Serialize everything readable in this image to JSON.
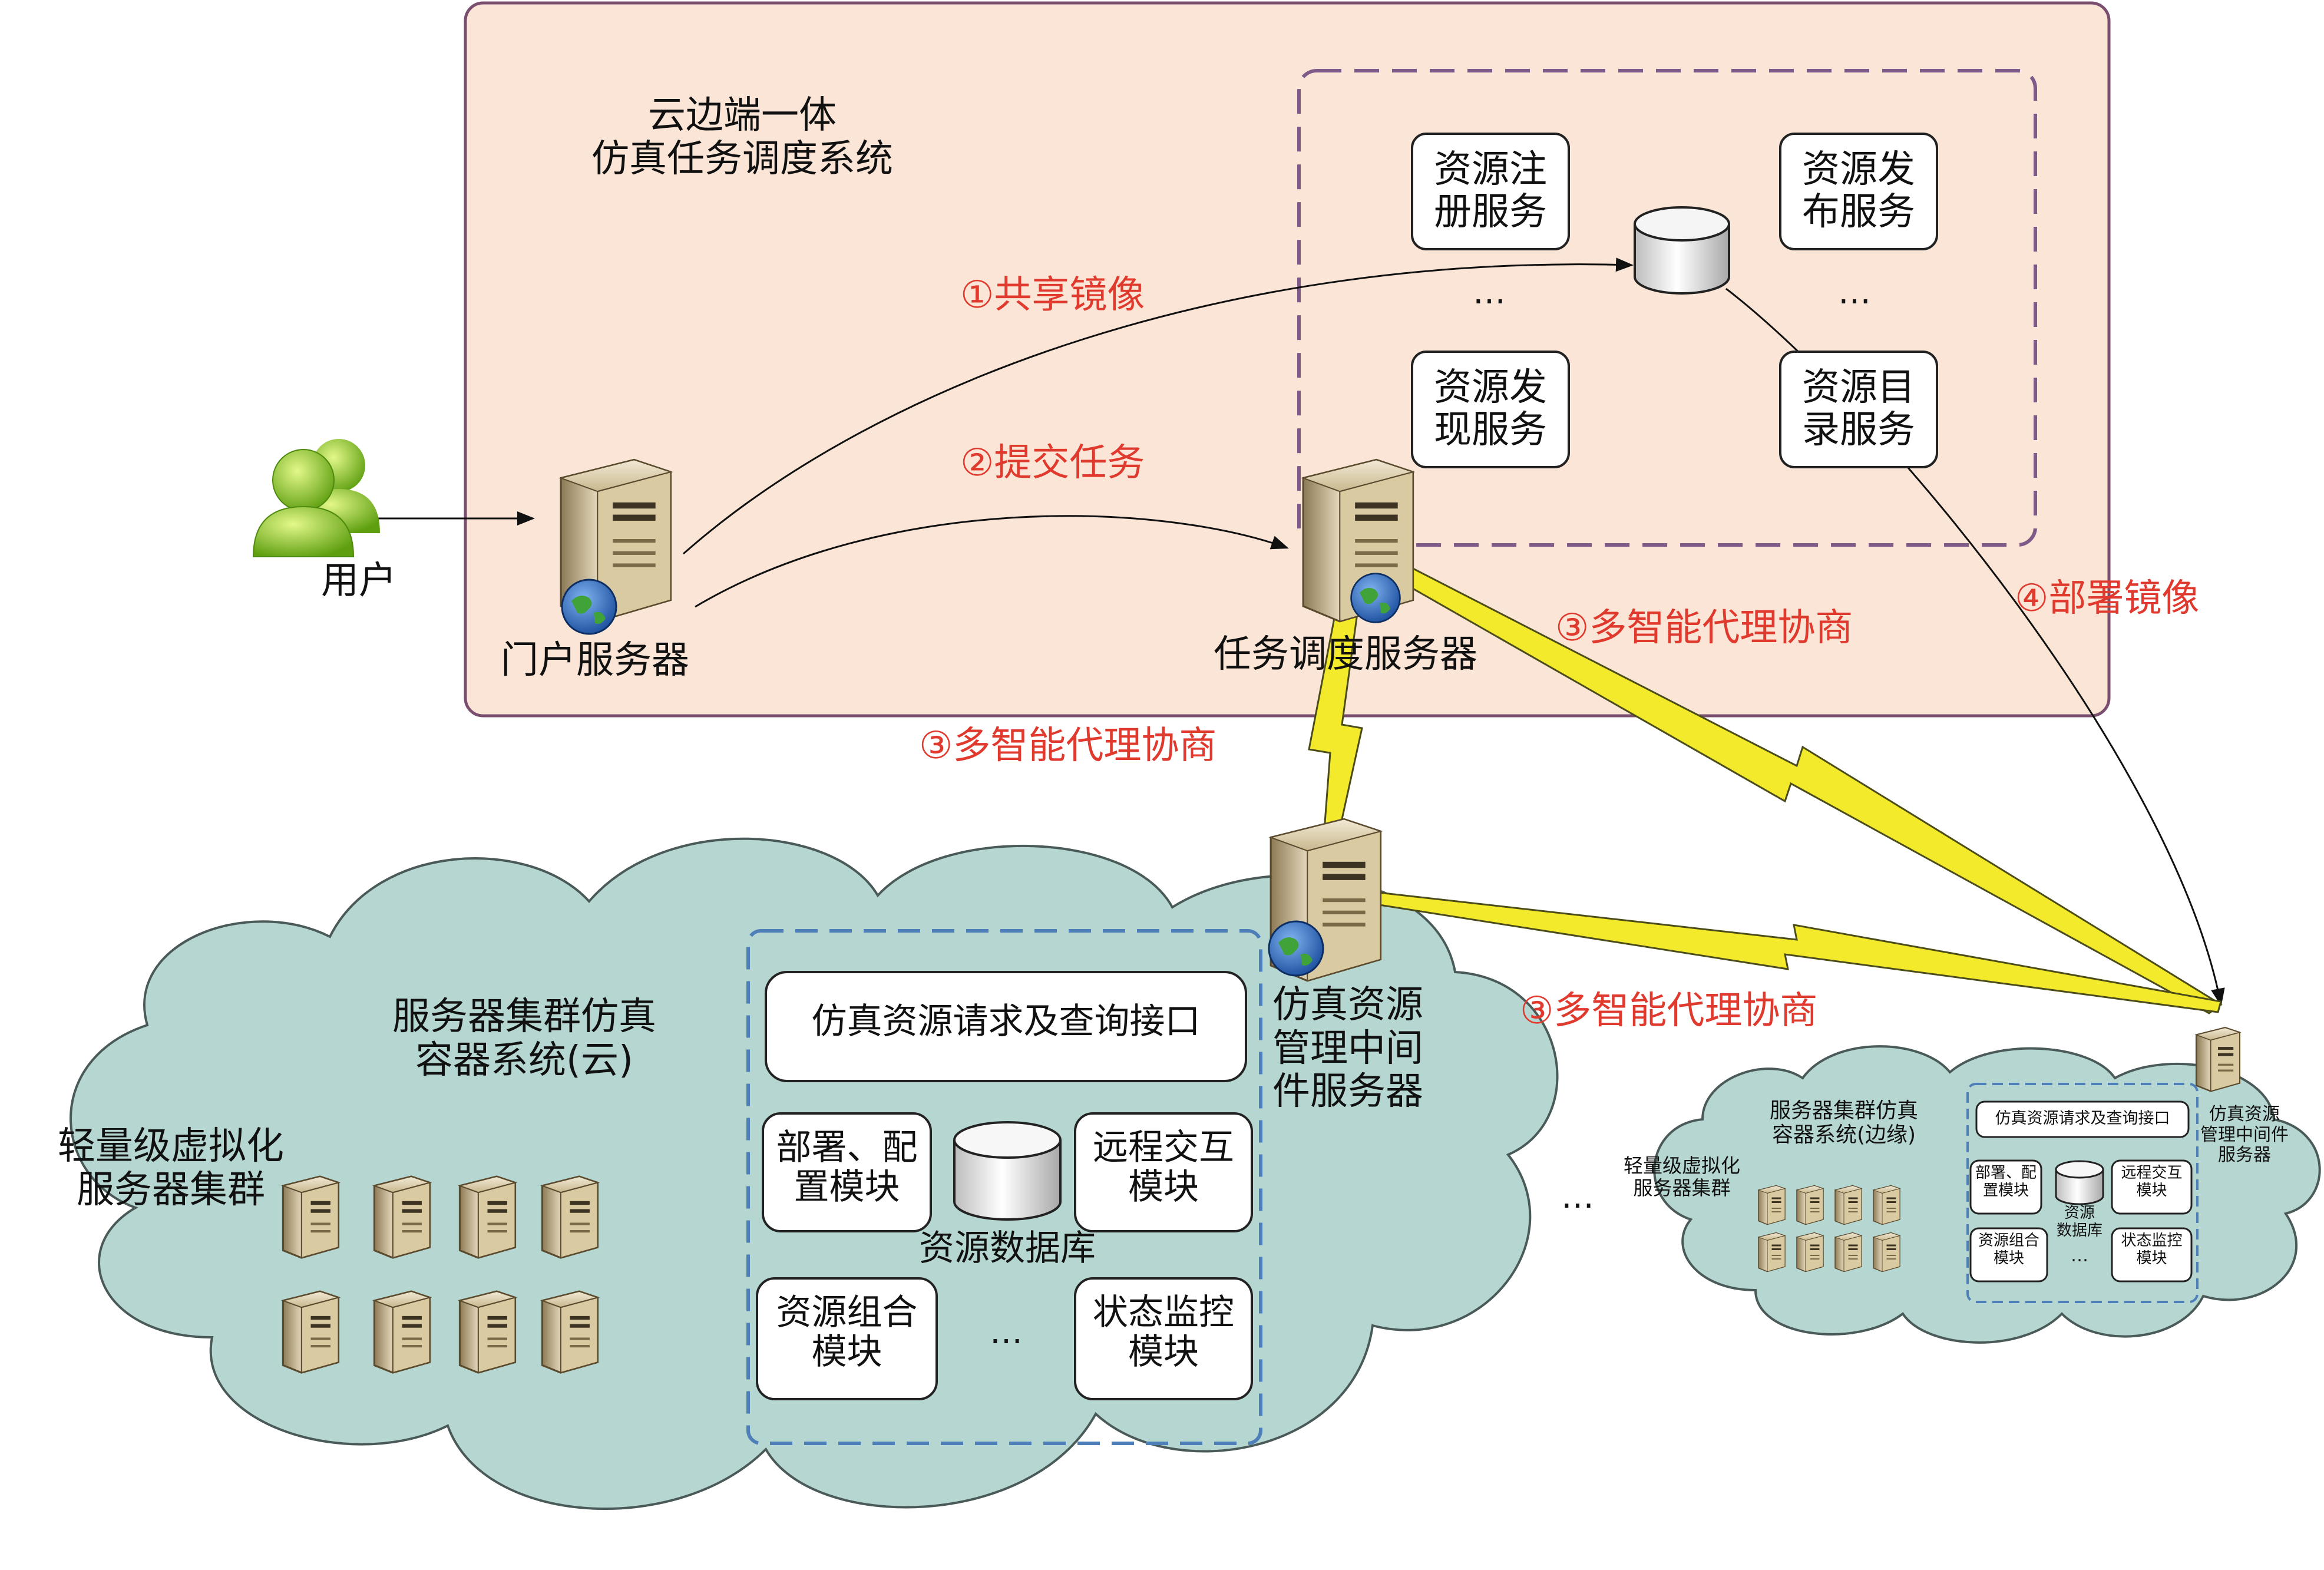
{
  "system": {
    "title_line1": "云边端一体",
    "title_line2": "仿真任务调度系统"
  },
  "user": {
    "label": "用户"
  },
  "portal_server": {
    "label": "门户服务器"
  },
  "scheduler_server": {
    "label": "任务调度服务器"
  },
  "services": {
    "register": "资源注册服务",
    "publish": "资源发布服务",
    "discover": "资源发现服务",
    "catalog": "资源目录服务",
    "ellipsis_left": "…",
    "ellipsis_right": "…"
  },
  "flows": {
    "share_image": "①共享镜像",
    "submit_task": "②提交任务",
    "negotiate_left": "③多智能代理协商",
    "negotiate_right": "③多智能代理协商",
    "negotiate_bottom": "③多智能代理协商",
    "deploy_image": "④部署镜像"
  },
  "cloud_main": {
    "title_line1": "服务器集群仿真",
    "title_line2": "容器系统(云)",
    "cluster_line1": "轻量级虚拟化",
    "cluster_line2": "服务器集群",
    "middleware_line1": "仿真资源",
    "middleware_line2": "管理中间",
    "middleware_line3": "件服务器",
    "interface": "仿真资源请求及查询接口",
    "deploy_module": "部署、配置模块",
    "remote_module": "远程交互模块",
    "database": "资源数据库",
    "compose_module": "资源组合模块",
    "monitor_module": "状态监控模块",
    "ellipsis": "…"
  },
  "cloud_edge": {
    "title_line1": "服务器集群仿真",
    "title_line2": "容器系统(边缘)",
    "cluster_line1": "轻量级虚拟化",
    "cluster_line2": "服务器集群",
    "middleware_line1": "仿真资源",
    "middleware_line2": "管理中间件",
    "middleware_line3": "服务器",
    "interface": "仿真资源请求及查询接口",
    "deploy_module": "部署、配置模块",
    "remote_module": "远程交互模块",
    "database_line1": "资源",
    "database_line2": "数据库",
    "compose_module": "资源组合模块",
    "monitor_module": "状态监控模块",
    "ellipsis": "…",
    "ellipsis_between": "…"
  },
  "colors": {
    "system_fill": "#fbe5d6",
    "system_border": "#7a4e6e",
    "dash_purple": "#7e5a88",
    "cloud_fill": "#b6d7d1",
    "dash_blue": "#4f7fb8",
    "flow_text": "#e03a2e",
    "lightning_fill": "#f2ea2a"
  },
  "icons": {
    "user": "user-group-icon",
    "server": "server-globe-icon",
    "database": "database-cylinder-icon",
    "lightning": "lightning-link-icon"
  }
}
